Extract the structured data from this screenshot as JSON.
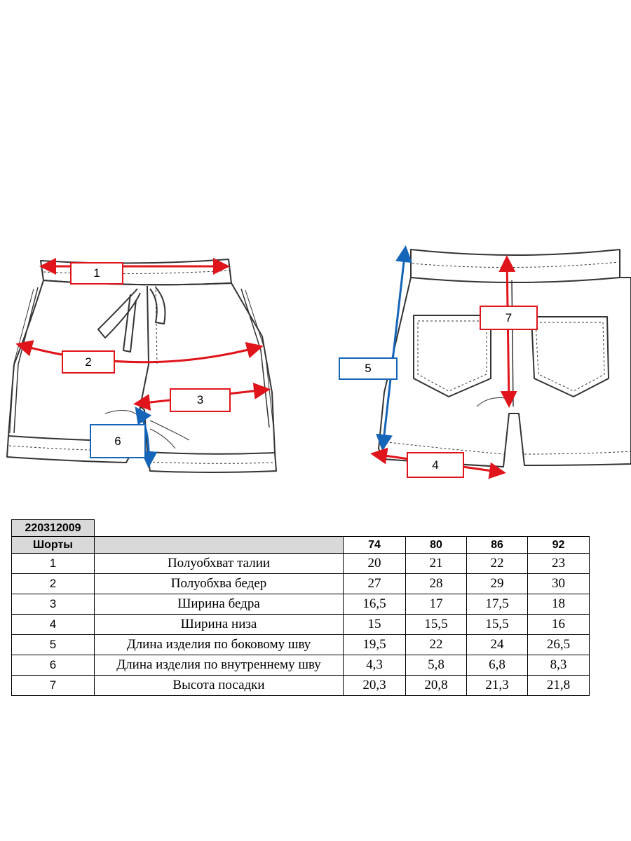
{
  "labels": {
    "front": [
      "1",
      "2",
      "3",
      "6"
    ],
    "back": [
      "5",
      "7",
      "4"
    ]
  },
  "colors": {
    "horizontal_arrow": "#e0141b",
    "vertical_arrow": "#1565b8",
    "header_fill": "#d9d9d9"
  },
  "table": {
    "code": "220312009",
    "product": "Шорты",
    "sizes": [
      "74",
      "80",
      "86",
      "92"
    ],
    "rows": [
      {
        "n": "1",
        "name": "Полуобхват талии",
        "v": [
          "20",
          "21",
          "22",
          "23"
        ]
      },
      {
        "n": "2",
        "name": "Полуобхва бедер",
        "v": [
          "27",
          "28",
          "29",
          "30"
        ]
      },
      {
        "n": "3",
        "name": "Ширина бедра",
        "v": [
          "16,5",
          "17",
          "17,5",
          "18"
        ]
      },
      {
        "n": "4",
        "name": "Ширина низа",
        "v": [
          "15",
          "15,5",
          "15,5",
          "16"
        ]
      },
      {
        "n": "5",
        "name": "Длина изделия по боковому шву",
        "v": [
          "19,5",
          "22",
          "24",
          "26,5"
        ]
      },
      {
        "n": "6",
        "name": "Длина изделия по внутреннему шву",
        "v": [
          "4,3",
          "5,8",
          "6,8",
          "8,3"
        ]
      },
      {
        "n": "7",
        "name": "Высота посадки",
        "v": [
          "20,3",
          "20,8",
          "21,3",
          "21,8"
        ]
      }
    ]
  }
}
